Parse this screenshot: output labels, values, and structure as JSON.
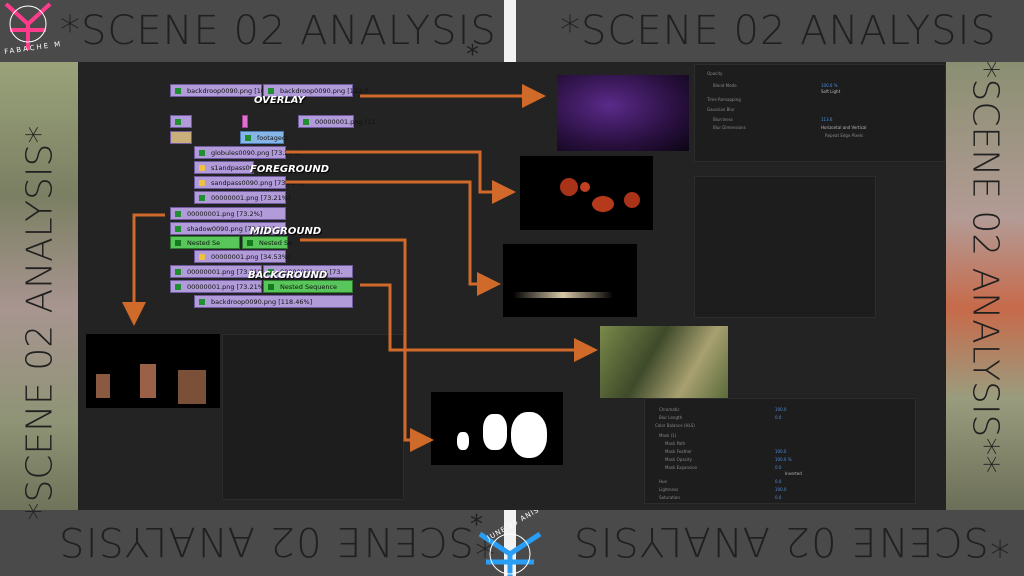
{
  "frame": {
    "title_top_left": "*SCENE 02 ANALYSIS",
    "title_top_right": "*SCENE 02 ANALYSIS",
    "title_bottom_left": "*SCENE 02 ANALYSIS",
    "title_bottom_right": "*SCENE 02 ANALYSIS",
    "title_left_vertical": "*SCENE 02 ANALYSIS*",
    "title_right_vertical": "*SCENE 02 ANALYSIS**",
    "asterisk": "*",
    "logo_top_text": "FABACHE M",
    "logo_bottom_text": "JUNE 25 ANIS"
  },
  "layers": {
    "overlay": "OVERLAY",
    "foreground": "FOREGROUND",
    "midground": "MIDGROUND",
    "background": "BACKGROUND"
  },
  "timeline": {
    "clips": [
      {
        "text": "backdroop0090.png [100.46%]",
        "type": "purple"
      },
      {
        "text": "backdroop0090.png [122.7",
        "type": "purple"
      },
      {
        "text": "00000001.png [12",
        "type": "purple"
      },
      {
        "text": "footagecr",
        "type": "purple"
      },
      {
        "text": "globules0090.png [73.21%]",
        "type": "purple"
      },
      {
        "text": "s1andpass0090",
        "type": "purple"
      },
      {
        "text": "sandpass0090.png [73.21%]",
        "type": "purple"
      },
      {
        "text": "00000001.png [73.21%]",
        "type": "purple"
      },
      {
        "text": "00000001.png [73.2%]",
        "type": "purple"
      },
      {
        "text": "shadow0090.png [73.21%]",
        "type": "purple"
      },
      {
        "text": "Nested Se",
        "type": "green"
      },
      {
        "text": "Nested Se",
        "type": "green"
      },
      {
        "text": "00000001.png [34.53%]",
        "type": "purple"
      },
      {
        "text": "00000001.png [73.21%]",
        "type": "purple"
      },
      {
        "text": "00000001.png [73.",
        "type": "purple"
      },
      {
        "text": "00000001.png [73.21%]",
        "type": "purple"
      },
      {
        "text": "Nested Sequence",
        "type": "green"
      },
      {
        "text": "backdroop0090.png [118.46%]",
        "type": "purple"
      }
    ]
  },
  "panels": {
    "top_right": {
      "rows": [
        "Opacity",
        "Blend Mode",
        "Time Remapping",
        "Gaussian Blur",
        "Blurriness",
        "Blur Dimensions",
        "Repeat Edge Pixels"
      ],
      "values": [
        "100.0 %",
        "Soft Light",
        "113.6",
        "Horizontal and Vertical"
      ]
    },
    "bottom_right": {
      "rows": [
        "Chromatic",
        "Blur Length",
        "Color Balance (HLS)",
        "Mask (1)",
        "Mask Path",
        "Mask Feather",
        "Mask Opacity",
        "Mask Expansion",
        "Hue",
        "Lightness",
        "Saturation"
      ],
      "values": [
        "100.0",
        "0.0",
        "100.0",
        "100.0 %",
        "0.0",
        "Inverted",
        "0.0",
        "100.0",
        "0.0"
      ]
    }
  },
  "colors": {
    "frame_band": "#4a4a4a",
    "arrow": "#d06a2a",
    "clip_purple": "#b19cd9",
    "clip_green": "#58c65a",
    "value_blue": "#4f8fe0",
    "logo_pink": "#ff3c8c",
    "logo_blue": "#2a9df4"
  }
}
